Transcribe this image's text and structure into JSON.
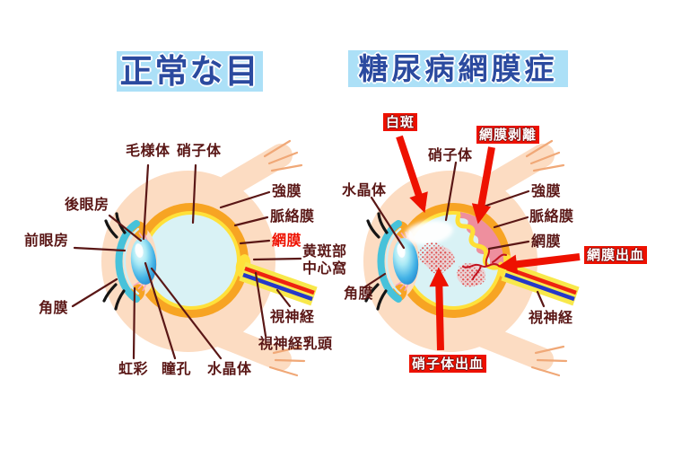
{
  "titles": {
    "normal": "正常な目",
    "diabetic": "糖尿病網膜症"
  },
  "normal_eye": {
    "labels": {
      "ciliary_body": "毛様体",
      "vitreous": "硝子体",
      "posterior_chamber": "後眼房",
      "anterior_chamber": "前眼房",
      "cornea": "角膜",
      "iris": "虹彩",
      "pupil": "瞳孔",
      "lens": "水晶体",
      "sclera": "強膜",
      "choroid": "脈絡膜",
      "retina": "網膜",
      "macula_line1": "黄斑部",
      "macula_line2": "中心窩",
      "optic_nerve": "視神経",
      "optic_disc": "視神経乳頭"
    }
  },
  "diabetic_eye": {
    "labels": {
      "vitreous": "硝子体",
      "lens": "水晶体",
      "cornea": "角膜",
      "sclera": "強膜",
      "choroid": "脈絡膜",
      "retina": "網膜",
      "optic_nerve": "視神経"
    },
    "findings": {
      "white_spots": "白斑",
      "retinal_detachment": "網膜剥離",
      "retinal_hemorrhage": "網膜出血",
      "vitreous_hemorrhage": "硝子体出血"
    }
  },
  "colors": {
    "title_text": "#2b4a9f",
    "title_bg": "#ace0f7",
    "label_text": "#5a1716",
    "highlight_red": "#ee1100",
    "sclera_orange": "#f7a423",
    "ring_yellow": "#ffe13a",
    "interior_cyan": "#d9f2f5",
    "skin_peach": "#fcdcc2",
    "lens_blue": "#1e8fd0",
    "detachment_pink": "#ee8f9e",
    "nerve_blue": "#2438c8"
  }
}
